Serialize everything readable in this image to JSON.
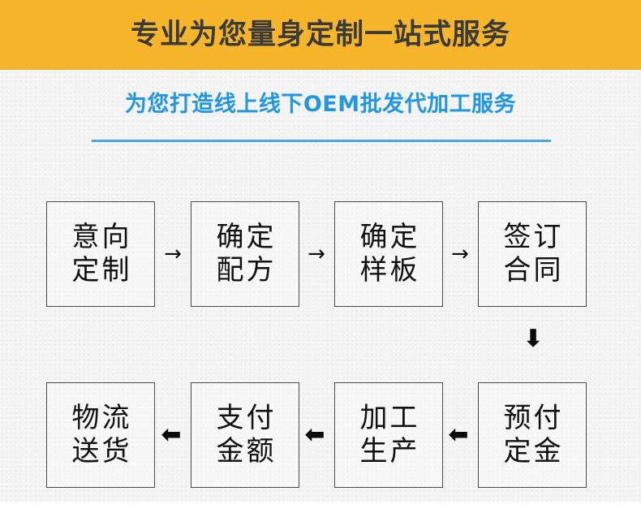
{
  "banner": {
    "title": "专业为您量身定制一站式服务",
    "bg_color": "#f7b52c",
    "text_color": "#3a3a38"
  },
  "subtitle": {
    "text": "为您打造线上线下OEM批发代加工服务",
    "color": "#2196e3",
    "rule_color": "#4aa8e0"
  },
  "flow": {
    "arrow_right": "→",
    "arrow_left": "⬅",
    "arrow_down": "⬇",
    "nodes": [
      {
        "id": "n1",
        "line1": "意向",
        "line2": "定制"
      },
      {
        "id": "n2",
        "line1": "确定",
        "line2": "配方"
      },
      {
        "id": "n3",
        "line1": "确定",
        "line2": "样板"
      },
      {
        "id": "n4",
        "line1": "签订",
        "line2": "合同"
      },
      {
        "id": "n5",
        "line1": "物流",
        "line2": "送货"
      },
      {
        "id": "n6",
        "line1": "支付",
        "line2": "金额"
      },
      {
        "id": "n7",
        "line1": "加工",
        "line2": "生产"
      },
      {
        "id": "n8",
        "line1": "预付",
        "line2": "定金"
      }
    ]
  }
}
